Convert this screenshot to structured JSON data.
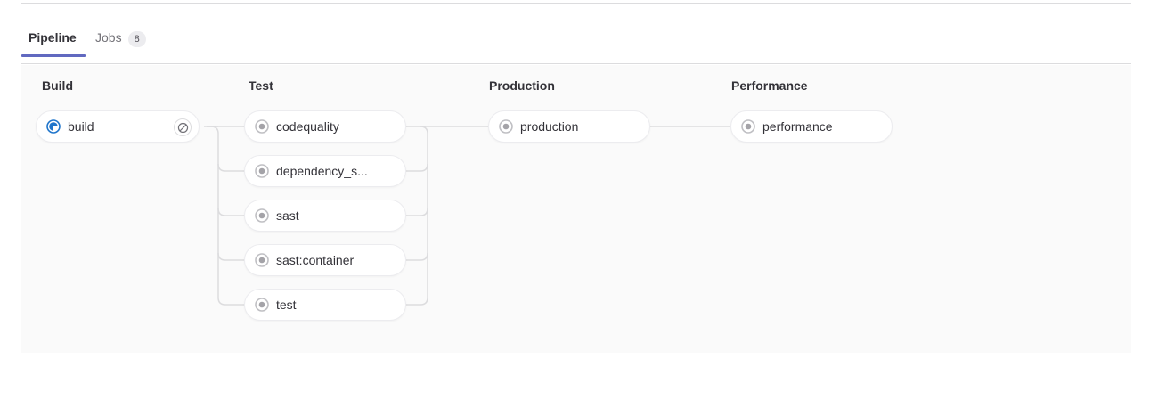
{
  "tabs": [
    {
      "label": "Pipeline",
      "active": true,
      "badge": null
    },
    {
      "label": "Jobs",
      "active": false,
      "badge": "8"
    }
  ],
  "colors": {
    "accent": "#6169c0",
    "canvas_bg": "#fafafa",
    "node_bg": "#ffffff",
    "node_border": "#ececef",
    "connector": "#dcdcde",
    "status_running": "#1f75cb",
    "status_created": "#a4a3a8",
    "text_primary": "#333238",
    "text_muted": "#737278"
  },
  "pipeline": {
    "stages": [
      {
        "name": "Build",
        "jobs": [
          {
            "name": "build",
            "status": "running",
            "status_icon": "status-running-icon",
            "action": "cancel",
            "action_icon": "cancel-icon"
          }
        ]
      },
      {
        "name": "Test",
        "jobs": [
          {
            "name": "codequality",
            "status": "created",
            "status_icon": "status-created-icon",
            "action": null,
            "action_icon": null
          },
          {
            "name": "dependency_s...",
            "status": "created",
            "status_icon": "status-created-icon",
            "action": null,
            "action_icon": null
          },
          {
            "name": "sast",
            "status": "created",
            "status_icon": "status-created-icon",
            "action": null,
            "action_icon": null
          },
          {
            "name": "sast:container",
            "status": "created",
            "status_icon": "status-created-icon",
            "action": null,
            "action_icon": null
          },
          {
            "name": "test",
            "status": "created",
            "status_icon": "status-created-icon",
            "action": null,
            "action_icon": null
          }
        ]
      },
      {
        "name": "Production",
        "jobs": [
          {
            "name": "production",
            "status": "created",
            "status_icon": "status-created-icon",
            "action": null,
            "action_icon": null
          }
        ]
      },
      {
        "name": "Performance",
        "jobs": [
          {
            "name": "performance",
            "status": "created",
            "status_icon": "status-created-icon",
            "action": null,
            "action_icon": null
          }
        ]
      }
    ]
  }
}
